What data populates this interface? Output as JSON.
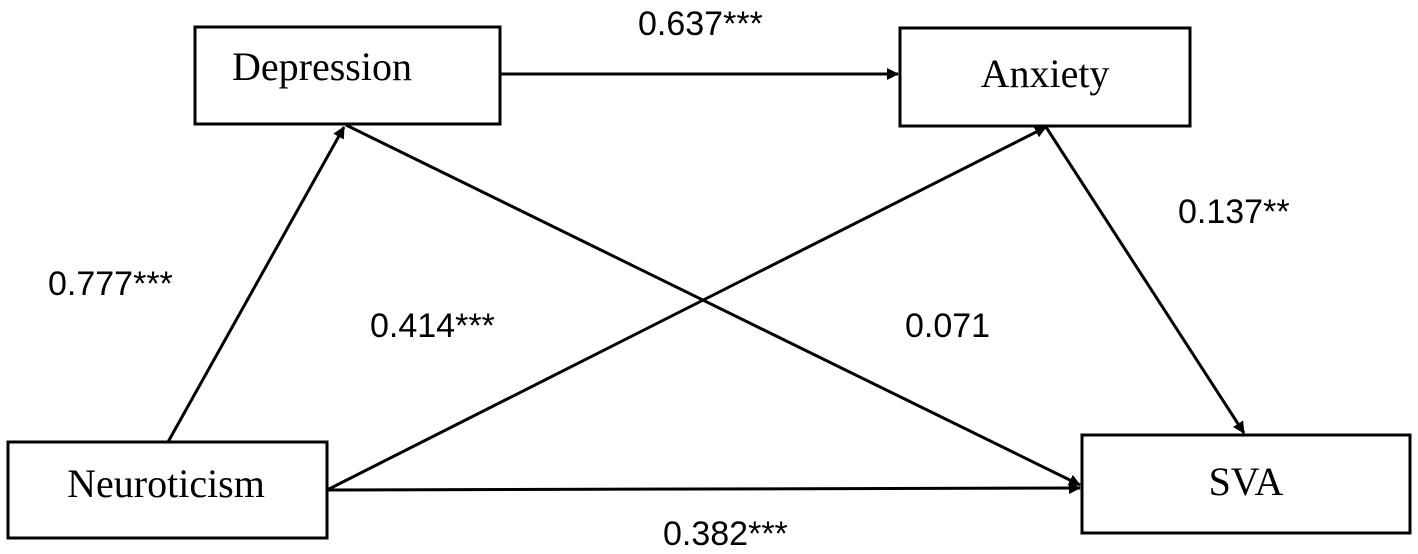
{
  "nodes": {
    "depression": {
      "label": "Depression"
    },
    "anxiety": {
      "label": "Anxiety"
    },
    "neuroticism": {
      "label": "Neuroticism"
    },
    "sva": {
      "label": "SVA"
    }
  },
  "edges": {
    "depression_anxiety": {
      "label": "0.637***"
    },
    "neuroticism_depression": {
      "label": "0.777***"
    },
    "neuroticism_anxiety": {
      "label": "0.414***"
    },
    "depression_sva": {
      "label": "0.071"
    },
    "anxiety_sva": {
      "label": "0.137**"
    },
    "neuroticism_sva": {
      "label": "0.382***"
    }
  },
  "colors": {
    "stroke": "#000000",
    "background": "#ffffff"
  }
}
